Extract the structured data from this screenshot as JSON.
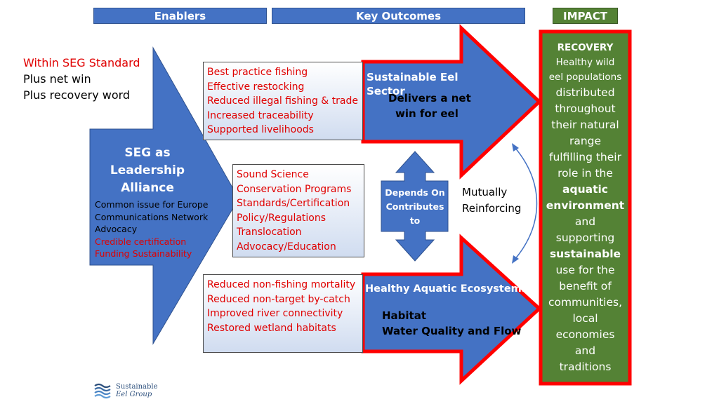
{
  "headers": {
    "enablers": "Enablers",
    "key_outcomes": "Key Outcomes",
    "impact": "IMPACT"
  },
  "legend": {
    "line1": "Within SEG Standard",
    "line2": "Plus net win",
    "line3": "Plus recovery word"
  },
  "seg_arrow": {
    "title_line1": "SEG as",
    "title_line2": "Leadership",
    "title_line3": "Alliance",
    "items": [
      {
        "text": "Common issue for Europe",
        "color": "#000000"
      },
      {
        "text": "Communications Network",
        "color": "#000000"
      },
      {
        "text": "Advocacy",
        "color": "#000000"
      },
      {
        "text": "Credible certification",
        "color": "#e00000"
      },
      {
        "text": "Funding Sustainability",
        "color": "#e00000"
      }
    ]
  },
  "top_box": [
    "Best practice fishing",
    "Effective restocking",
    "Reduced illegal fishing & trade",
    "Increased traceability",
    "Supported livelihoods"
  ],
  "middle_box": [
    "Sound Science",
    "Conservation Programs",
    "Standards/Certification",
    "Policy/Regulations",
    "Translocation",
    "Advocacy/Education"
  ],
  "bottom_box": [
    "Reduced non-fishing mortality",
    "Reduced non-target by-catch",
    "Improved river connectivity",
    "Restored wetland habitats"
  ],
  "top_outcome": {
    "title": "Sustainable Eel Sector",
    "line1": "Delivers a net",
    "line2": "win for eel"
  },
  "bottom_outcome": {
    "title": "Healthy Aquatic Ecosystems",
    "line1": "Habitat",
    "line2": "Water Quality and Flow"
  },
  "double_arrow": {
    "line1": "Depends On",
    "line2": "Contributes",
    "line3": "to"
  },
  "mutual": {
    "line1": "Mutually",
    "line2": "Reinforcing"
  },
  "impact_box": {
    "title": "RECOVERY",
    "lines": [
      {
        "text": "Healthy wild",
        "bold": false,
        "small": true
      },
      {
        "text": "eel populations",
        "bold": false,
        "small": true
      },
      {
        "text": "distributed",
        "bold": false
      },
      {
        "text": "throughout",
        "bold": false
      },
      {
        "text": "their natural",
        "bold": false
      },
      {
        "text": "range",
        "bold": false
      },
      {
        "text": "fulfilling their",
        "bold": false
      },
      {
        "text": "role in the",
        "bold": false
      },
      {
        "text": "aquatic",
        "bold": true
      },
      {
        "text": "environment",
        "bold": true
      },
      {
        "text": "and",
        "bold": false
      },
      {
        "text": "supporting",
        "bold": false
      },
      {
        "text": "sustainable",
        "bold": true
      },
      {
        "text": "use for the",
        "bold": false
      },
      {
        "text": "benefit of",
        "bold": false
      },
      {
        "text": "communities,",
        "bold": false
      },
      {
        "text": "local",
        "bold": false
      },
      {
        "text": "economies",
        "bold": false
      },
      {
        "text": "and",
        "bold": false
      },
      {
        "text": "traditions",
        "bold": false
      }
    ]
  },
  "logo": {
    "line1": "Sustainable",
    "line2": "Eel Group"
  },
  "colors": {
    "arrow_blue": "#4472c4",
    "red_border": "#ff0000",
    "impact_green": "#548235",
    "red_text": "#e00000"
  }
}
